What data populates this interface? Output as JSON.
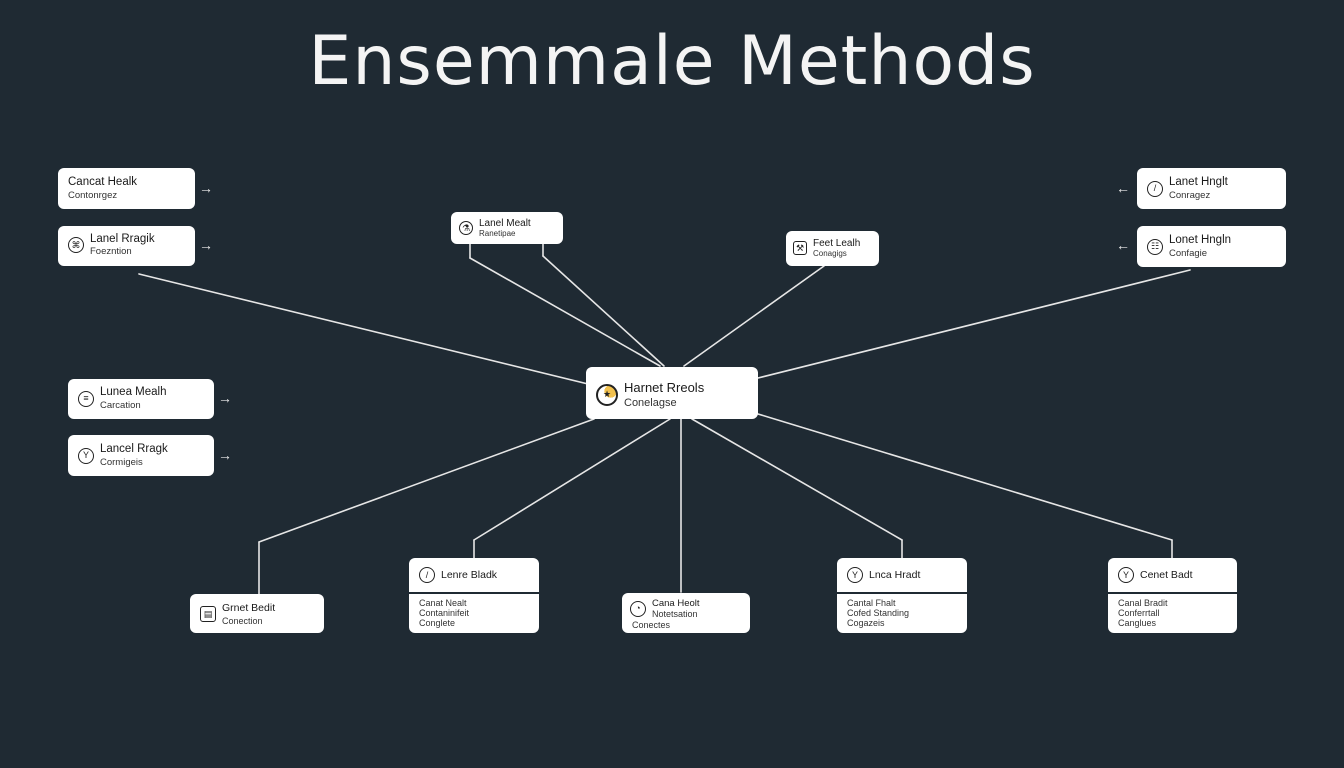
{
  "title": "Ensemmale Methods",
  "colors": {
    "background": "#1f2a33",
    "node": "#ffffff",
    "edge": "#e6e6e6",
    "accent": "#f2c14e"
  },
  "center": {
    "title": "Harnet Rreols",
    "sub": "Conelagse",
    "icon": "emblem-icon"
  },
  "left_nodes": [
    {
      "title": "Cancat Healk",
      "sub": "Contonrgez",
      "icon": ""
    },
    {
      "title": "Lanel Rragik",
      "sub": "Foezntion",
      "icon": "leaf-icon"
    },
    {
      "title": "Lunea Mealh",
      "sub": "Carcation",
      "icon": "stack-icon"
    },
    {
      "title": "Lancel Rragk",
      "sub": "Cormigeis",
      "icon": "branch-icon"
    }
  ],
  "top_nodes": [
    {
      "title": "Lanel Mealt",
      "sub": "Ranetipae",
      "icon": "flask-icon"
    },
    {
      "title": "Feet Lealh",
      "sub": "Conagigs",
      "icon": "tool-icon"
    }
  ],
  "right_nodes": [
    {
      "title": "Lanet Hnglt",
      "sub": "Conragez",
      "icon": "branch-icon"
    },
    {
      "title": "Lonet Hngln",
      "sub": "Confagie",
      "icon": "grid-icon"
    }
  ],
  "bottom_nodes": [
    {
      "title": "Grnet Bedit",
      "sub": "Conection",
      "icon": "box-icon"
    },
    {
      "title": "Lenre Bladk",
      "icon": "branch-icon",
      "lines": [
        "Canat Nealt",
        "Contaninifeit",
        "Conglete"
      ]
    },
    {
      "title": "Cana Heolt",
      "sub": "Notetsation",
      "sub2": "Conectes",
      "icon": "gauge-icon"
    },
    {
      "title": "Lnca Hradt",
      "icon": "leaf-icon",
      "lines": [
        "Cantal Fhalt",
        "Cofed Standing",
        "Cogazeis"
      ]
    },
    {
      "title": "Cenet Badt",
      "icon": "branch-icon",
      "lines": [
        "Canal Bradit",
        "Conferrtall",
        "Canglues"
      ]
    }
  ]
}
